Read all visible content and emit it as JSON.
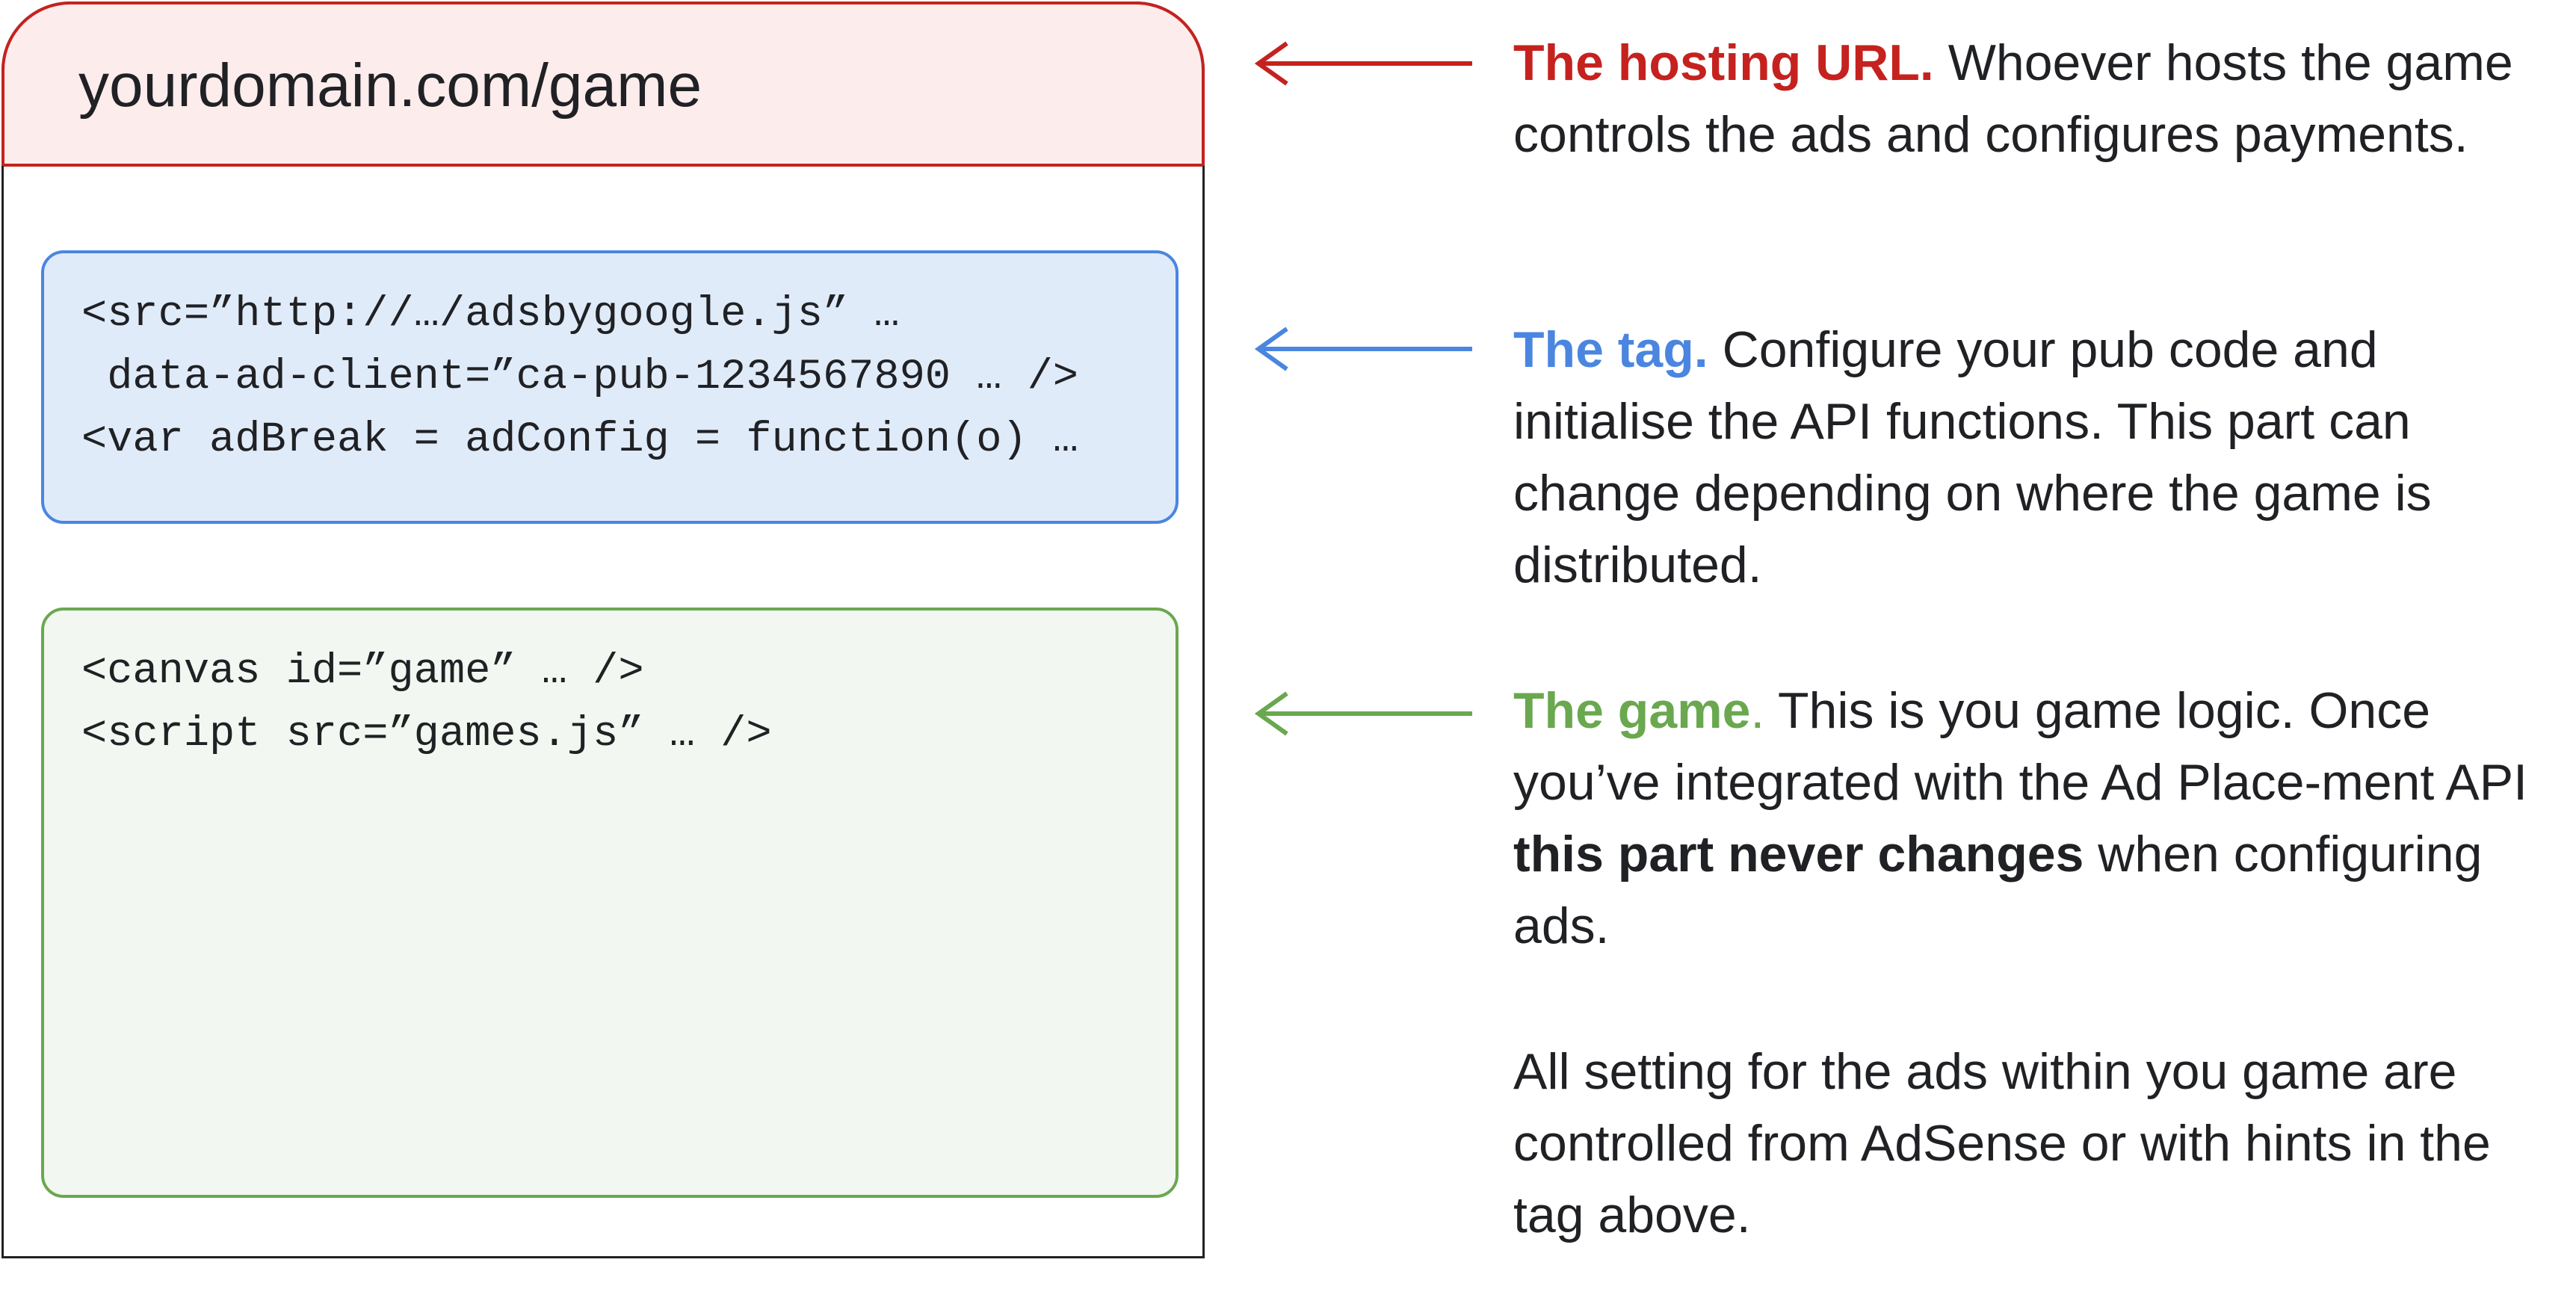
{
  "browser": {
    "url": "yourdomain.com/game"
  },
  "tag_code": {
    "lines": [
      "<src=”http://…/adsbygoogle.js” …",
      " data-ad-client=”ca-pub-1234567890 … />",
      "<var adBreak = adConfig = function(o) …"
    ]
  },
  "game_code": {
    "lines": [
      "<canvas id=”game” … />",
      "<script src=”games.js” … />"
    ]
  },
  "annotations": {
    "hosting": {
      "heading": "The hosting URL.",
      "text": " Whoever hosts the game controls the ads and configures payments."
    },
    "tag": {
      "heading": "The tag.",
      "text": " Configure your pub code and initialise the API functions. This part can change depending on where the game is distributed."
    },
    "game": {
      "heading": "The game",
      "dot": ".",
      "text_before": " This is you game logic. Once you’ve integrated with the Ad Place-ment API ",
      "bold": "this part never changes",
      "text_after": " when configuring ads."
    },
    "footer": "All setting for the ads within you game are controlled from AdSense or with hints in the tag above."
  },
  "colors": {
    "hosting": "#c5221f",
    "tag": "#4a86e0",
    "game": "#6aa84f"
  }
}
